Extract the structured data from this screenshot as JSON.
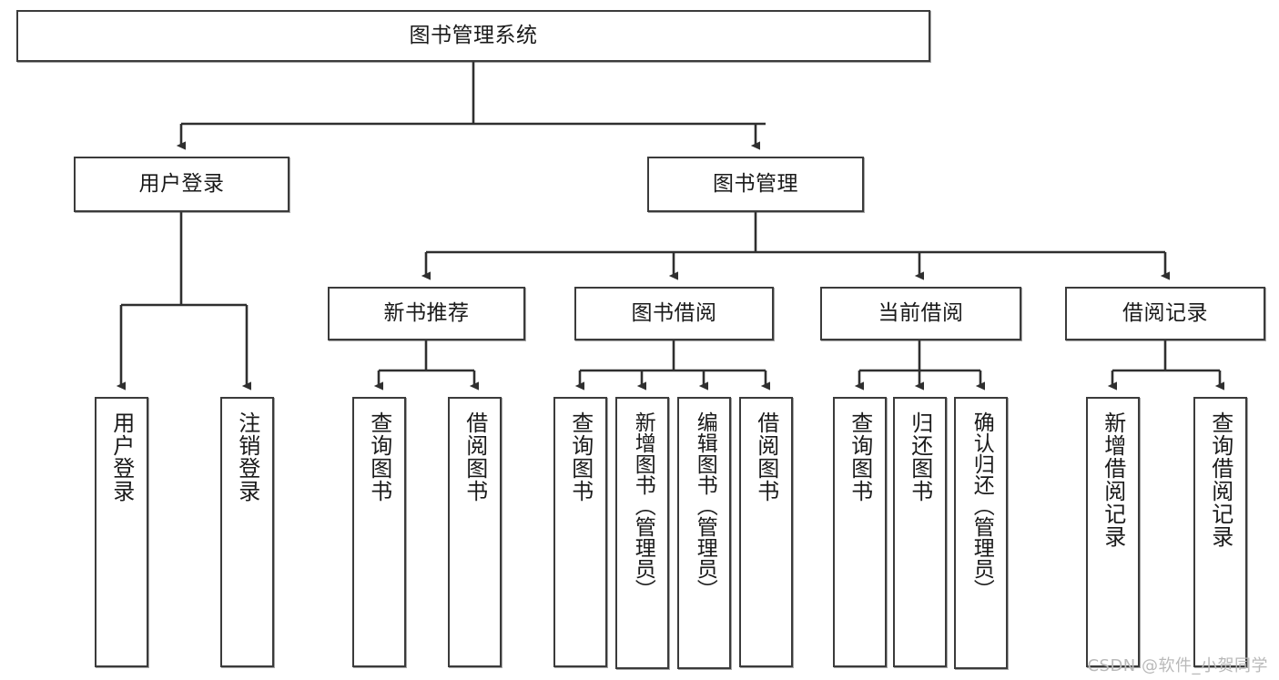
{
  "diagram": {
    "title": "图书管理系统",
    "type": "tree-hierarchy-diagram",
    "root": {
      "label": "图书管理系统"
    },
    "level2": [
      {
        "label": "用户登录"
      },
      {
        "label": "图书管理"
      }
    ],
    "level3": [
      {
        "label": "新书推荐"
      },
      {
        "label": "图书借阅"
      },
      {
        "label": "当前借阅"
      },
      {
        "label": "借阅记录"
      }
    ],
    "leaves": {
      "user_login": [
        {
          "label": "用户登录"
        },
        {
          "label": "注销登录"
        }
      ],
      "new_book_recommend": [
        {
          "label": "查询图书"
        },
        {
          "label": "借阅图书"
        }
      ],
      "book_borrow": [
        {
          "label": "查询图书"
        },
        {
          "label": "新增图书（管理员）"
        },
        {
          "label": "编辑图书（管理员）"
        },
        {
          "label": "借阅图书"
        }
      ],
      "current_borrow": [
        {
          "label": "查询图书"
        },
        {
          "label": "归还图书"
        },
        {
          "label": "确认归还（管理员）"
        }
      ],
      "borrow_records": [
        {
          "label": "新增借阅记录"
        },
        {
          "label": "查询借阅记录"
        }
      ]
    }
  },
  "watermark": {
    "text": "CSDN @软件_小贺同学"
  },
  "colors": {
    "border": "#3b3b3b",
    "background": "#ffffff",
    "text": "#1a1a1a",
    "watermark": "#b9b9b9"
  }
}
